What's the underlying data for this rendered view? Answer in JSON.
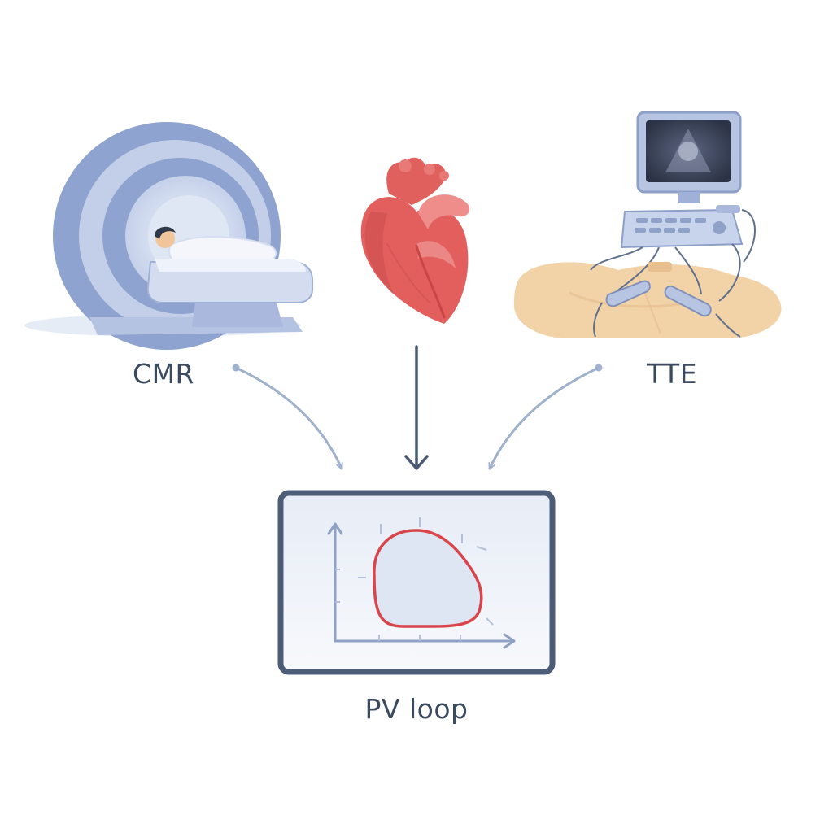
{
  "nodes": {
    "cmr": {
      "label": "CMR",
      "icon": "mri-scanner-icon"
    },
    "heart": {
      "icon": "heart-icon"
    },
    "tte": {
      "label": "TTE",
      "icon": "ultrasound-machine-icon"
    },
    "pv_loop": {
      "label": "PV loop",
      "icon": "pv-loop-chart-icon"
    }
  },
  "edges": [
    {
      "from": "cmr",
      "to": "pv_loop"
    },
    {
      "from": "heart",
      "to": "pv_loop"
    },
    {
      "from": "tte",
      "to": "pv_loop"
    }
  ],
  "colors": {
    "text": "#3b4a5e",
    "arrow_light": "#9fb1cc",
    "arrow_dark": "#4a5a73",
    "frame": "#4d5d77",
    "loop": "#d8454a",
    "heart": "#e0605e",
    "mri": "#8ea3cf",
    "skin": "#f2d3a8"
  }
}
